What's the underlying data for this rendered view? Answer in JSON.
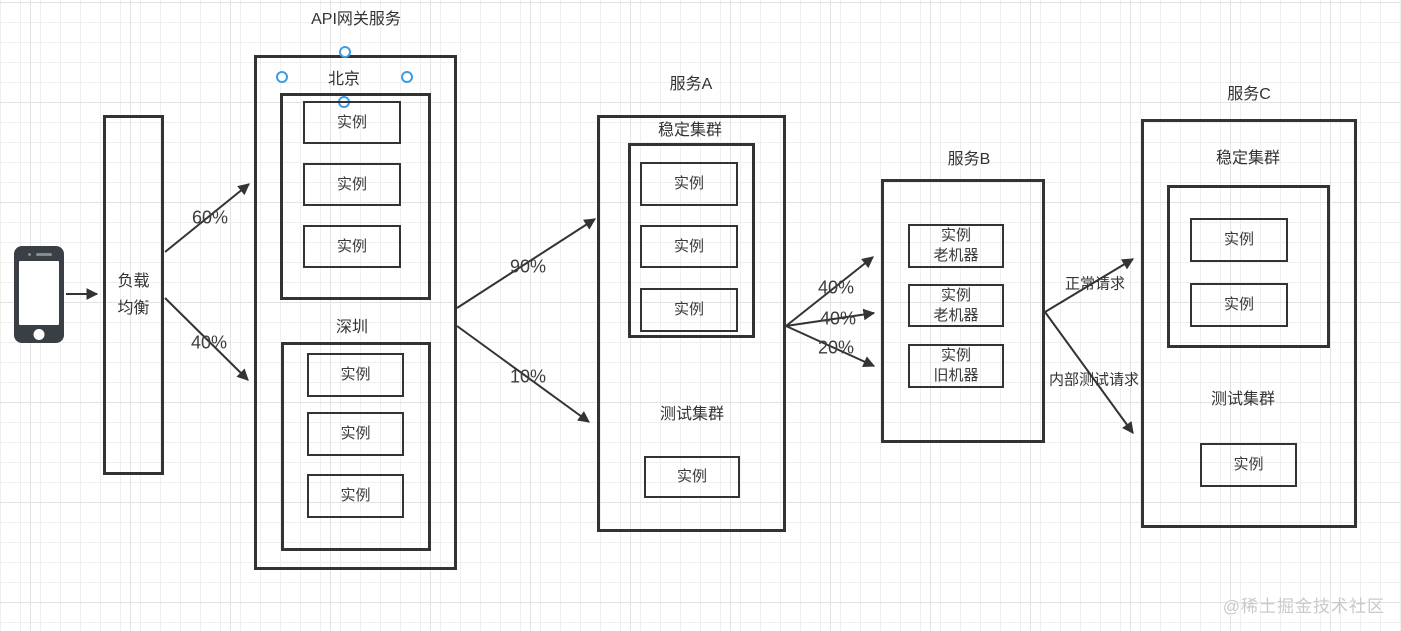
{
  "client": {
    "icon": "smartphone-icon"
  },
  "load_balancer": {
    "lines": [
      "负载",
      "均衡"
    ]
  },
  "api_gateway": {
    "title": "API网关服务",
    "clusters": [
      {
        "name": "北京",
        "instances": [
          "实例",
          "实例",
          "实例"
        ]
      },
      {
        "name": "深圳",
        "instances": [
          "实例",
          "实例",
          "实例"
        ]
      }
    ]
  },
  "service_a": {
    "title": "服务A",
    "stable_cluster": {
      "label": "稳定集群",
      "instances": [
        "实例",
        "实例",
        "实例"
      ]
    },
    "test_cluster": {
      "label": "测试集群",
      "instances": [
        "实例"
      ]
    }
  },
  "service_b": {
    "title": "服务B",
    "instances": [
      {
        "lines": [
          "实例",
          "老机器"
        ]
      },
      {
        "lines": [
          "实例",
          "老机器"
        ]
      },
      {
        "lines": [
          "实例",
          "旧机器"
        ]
      }
    ]
  },
  "service_c": {
    "title": "服务C",
    "stable_cluster": {
      "label": "稳定集群",
      "instances": [
        "实例",
        "实例"
      ]
    },
    "test_cluster": {
      "label": "测试集群",
      "instances": [
        "实例"
      ]
    }
  },
  "edge_labels": {
    "lb_to_beijing": "60%",
    "lb_to_shenzhen": "40%",
    "gateway_to_stable_a": "90%",
    "gateway_to_test_a": "10%",
    "a_to_b_1": "40%",
    "a_to_b_2": "40%",
    "a_to_b_3": "20%",
    "b_to_c_normal": "正常请求",
    "b_to_c_test": "内部测试请求"
  },
  "colors": {
    "stroke": "#333333",
    "handle_blue": "#3d9de3",
    "watermark_gray": "#c9c9c9",
    "phone_dark": "#3a3f46"
  },
  "watermark": "@稀土掘金技术社区"
}
